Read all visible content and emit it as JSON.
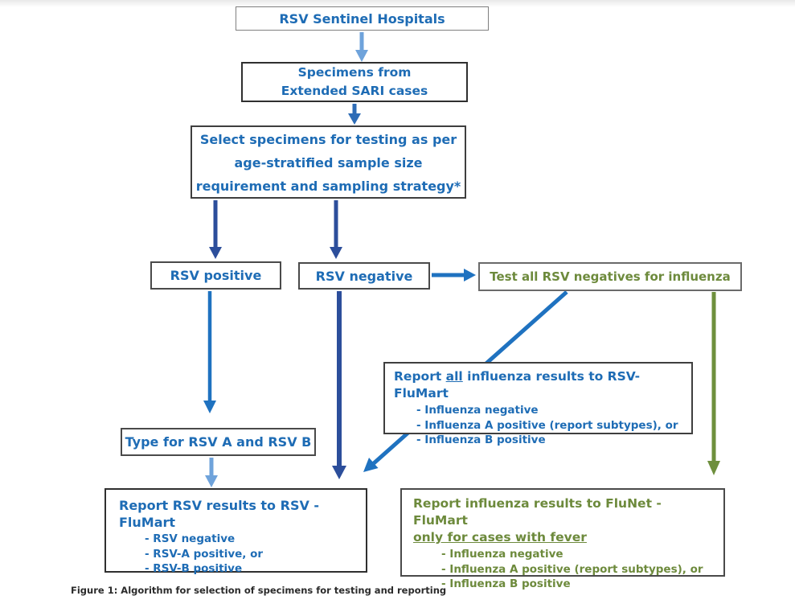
{
  "colors": {
    "arrow_light_blue": "#6FA3DB",
    "arrow_blue": "#2E6CB6",
    "arrow_bright_blue": "#1F72C0",
    "arrow_navy": "#2C4E9B",
    "arrow_green": "#6E8F3D",
    "text_blue": "#1E6CB5",
    "text_green": "#6D8A3C"
  },
  "nodes": {
    "sentinel": {
      "label": "RSV Sentinel Hospitals"
    },
    "specimens": {
      "line1": "Specimens from",
      "line2": "Extended SARI cases"
    },
    "select_specimens": {
      "line1": "Select specimens for testing as per",
      "line2": "age-stratified sample size",
      "line3": "requirement and sampling strategy*"
    },
    "rsv_positive": {
      "label": "RSV positive"
    },
    "rsv_negative": {
      "label": "RSV negative"
    },
    "test_all_negatives": {
      "label": "Test all RSV negatives for influenza"
    },
    "report_all_influenza": {
      "title_prefix": "Report",
      "title_underlined": "all",
      "title_suffix": "influenza results to RSV- FluMart",
      "bullets": [
        "- Influenza negative",
        "- Influenza A positive (report subtypes), or",
        "- Influenza B positive"
      ]
    },
    "type_rsv": {
      "label": "Type for RSV A and RSV B"
    },
    "report_rsv": {
      "title": "Report RSV results to RSV - FluMart",
      "bullets": [
        "- RSV negative",
        "- RSV-A positive, or",
        "- RSV-B positive"
      ]
    },
    "report_flunet": {
      "title_line1": "Report influenza results to FluNet - FluMart",
      "title_line2": "only for cases with fever",
      "bullets": [
        "- Influenza negative",
        "- Influenza A positive (report subtypes), or",
        "- Influenza B positive"
      ]
    }
  },
  "caption": "Figure 1: Algorithm for selection of specimens for testing and reporting"
}
